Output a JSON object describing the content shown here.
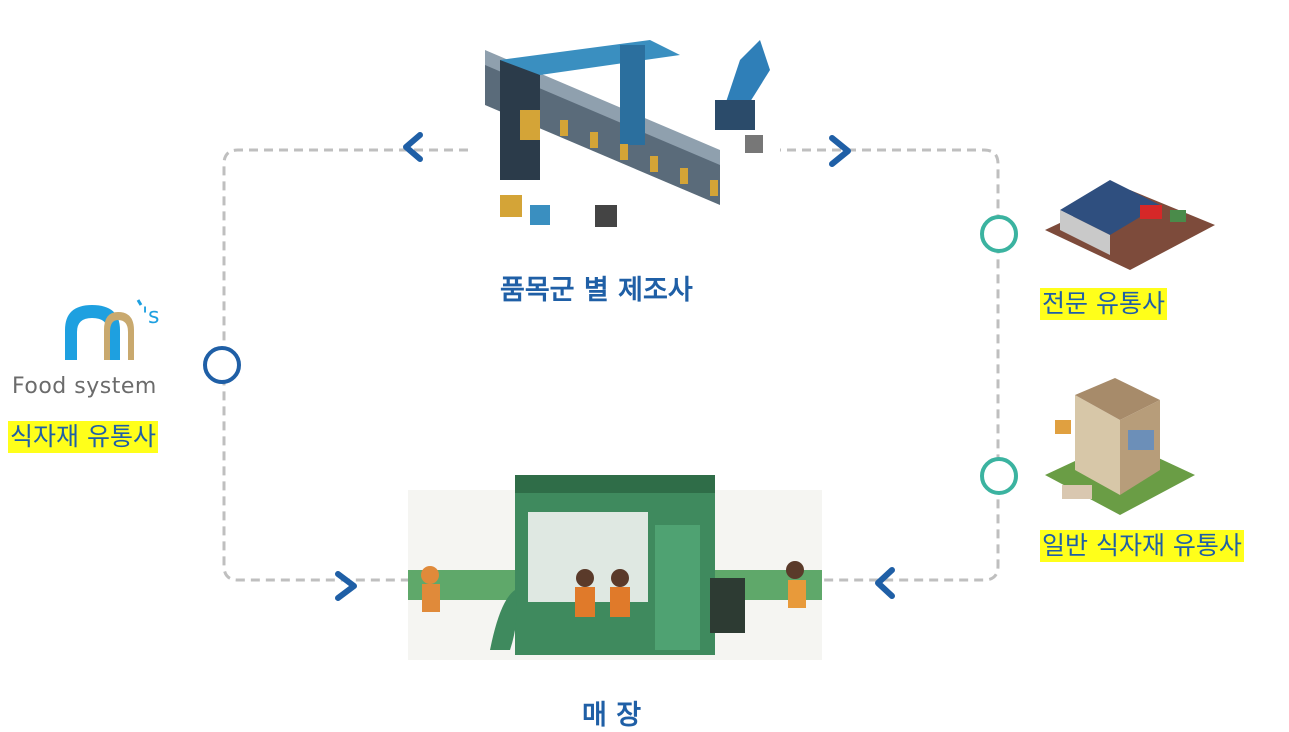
{
  "diagram": {
    "manufacturer": {
      "label": "품목군 별 제조사"
    },
    "store": {
      "label": "매 장"
    },
    "food_distributor": {
      "label": "식자재 유통사"
    },
    "specialty_distributor": {
      "label": "전문 유통사"
    },
    "general_distributor": {
      "label": "일반 식자재 유통사"
    },
    "logo": {
      "mark": "m",
      "suffix": "'s",
      "text": "Food system"
    }
  },
  "colors": {
    "blue_text": "#1f5fa6",
    "highlight": "#ffff1a",
    "dashed_line": "#bfbfbf",
    "arrow": "#1f5fa6",
    "node_blue": "#1f5fa6",
    "node_teal": "#3bb3a0",
    "logo_blue": "#1ea0e0",
    "logo_gold": "#c9a96e"
  }
}
